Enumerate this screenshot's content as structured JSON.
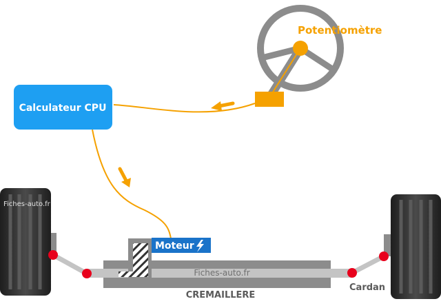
{
  "labels": {
    "potentiometer": "Potentiomètre",
    "cpu": "Calculateur CPU",
    "motor": "Moteur",
    "rack": "CREMAILLERE",
    "joint": "Cardan",
    "watermark_left": "Fiches-auto.fr",
    "watermark_center": "Fiches-auto.fr"
  },
  "icons": {
    "motor": "lightning-bolt-icon",
    "flow_arrows": "arrow-icon"
  },
  "colors": {
    "accent_orange": "#f5a100",
    "cpu_blue": "#1e9ff2",
    "motor_blue": "#1a73c9",
    "steel_grey": "#8c8c8c",
    "light_grey": "#c4c4c4",
    "joint_red": "#e8001c",
    "tire_dark": "#2e2e2e"
  }
}
